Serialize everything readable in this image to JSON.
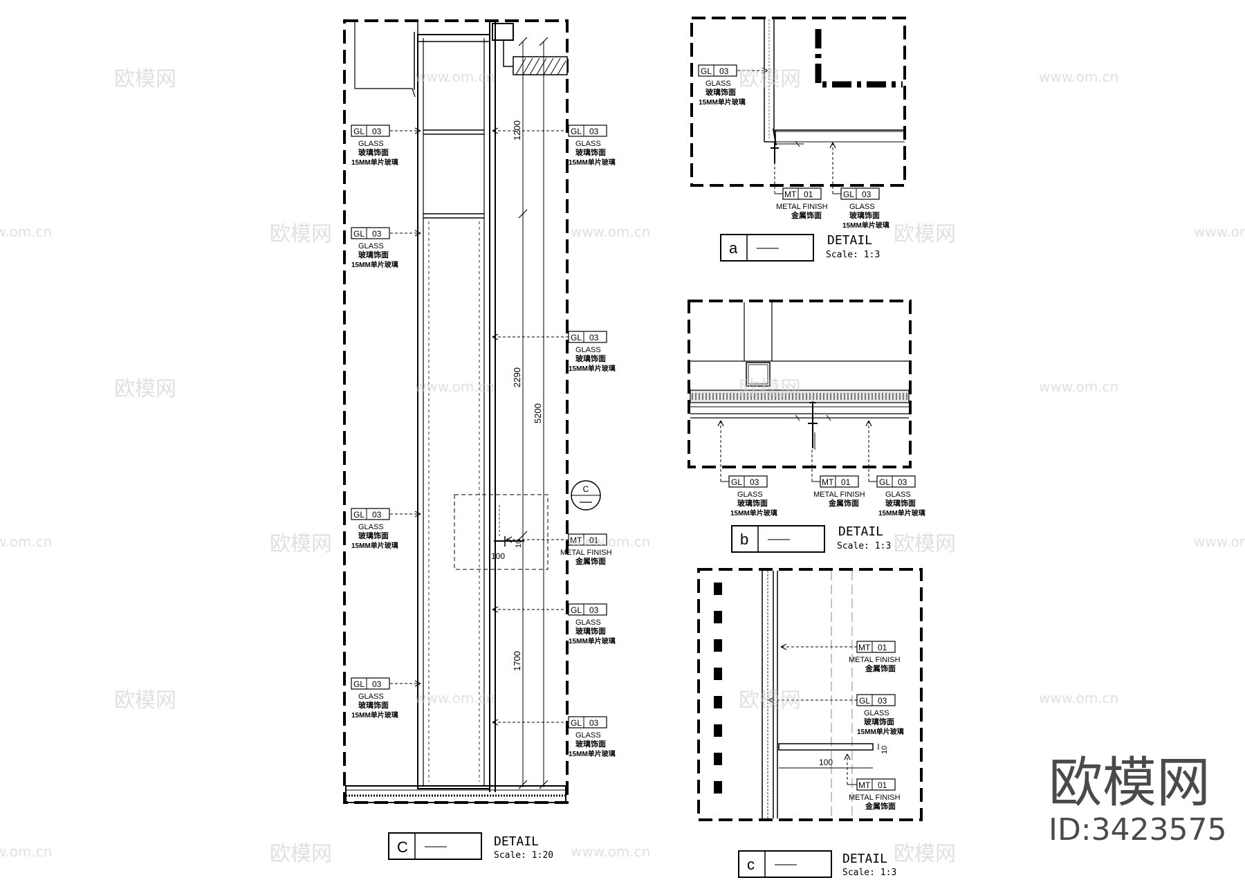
{
  "tag_glass": {
    "code": "GL",
    "num": "03",
    "line1": "GLASS",
    "line2": "玻璃饰面",
    "line3": "15MM单片玻璃"
  },
  "tag_metal": {
    "code": "MT",
    "num": "01",
    "line1": "METAL FINISH",
    "line2": "金属饰面"
  },
  "detail_word": "DETAIL",
  "dash_line": "——",
  "views": {
    "main": {
      "letter": "C",
      "scale": "Scale: 1:20"
    },
    "a": {
      "letter": "a",
      "scale": "Scale: 1:3"
    },
    "b": {
      "letter": "b",
      "scale": "Scale: 1:3"
    },
    "c": {
      "letter": "c",
      "scale": "Scale: 1:3"
    }
  },
  "callout_letter": "C",
  "dimensions": {
    "d1200": "1200",
    "d2290": "2290",
    "d5200": "5200",
    "d1700": "1700",
    "d100": "100",
    "d10": "10"
  },
  "watermarks": {
    "brand": "欧模网",
    "site": "www.om.cn",
    "id": "ID:3423575"
  }
}
